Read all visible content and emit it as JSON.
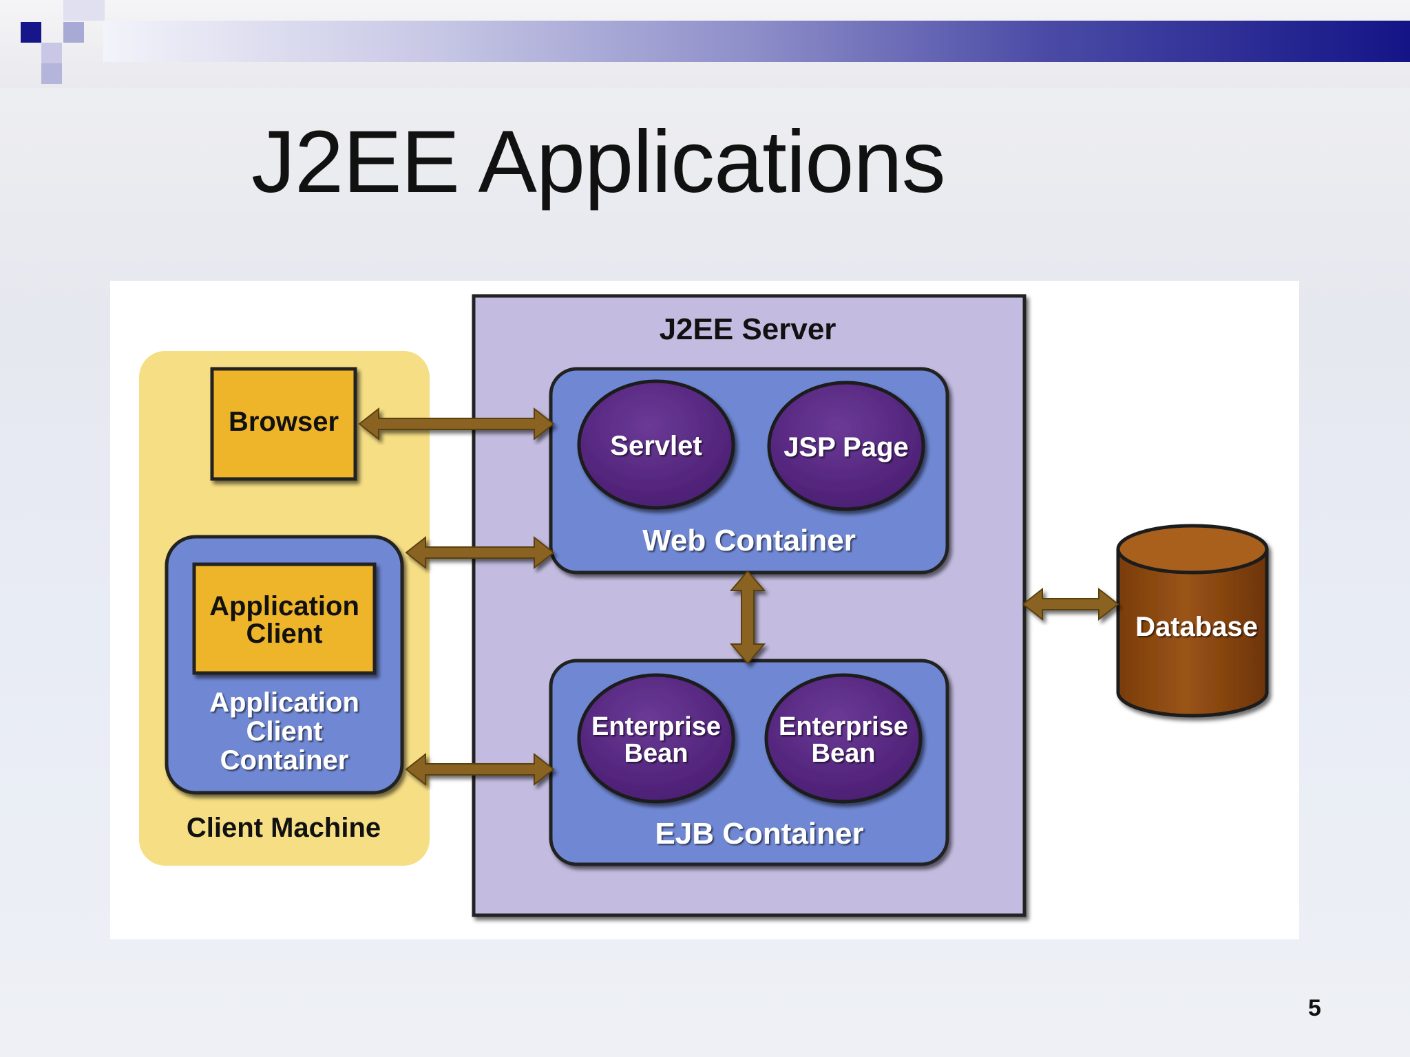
{
  "slide": {
    "title": "J2EE Applications",
    "page_number": "5"
  },
  "diagram": {
    "server_label": "J2EE Server",
    "client_machine_label": "Client Machine",
    "browser_label": "Browser",
    "app_client_label_1": "Application",
    "app_client_label_2": "Client",
    "app_client_container_label_1": "Application",
    "app_client_container_label_2": "Client",
    "app_client_container_label_3": "Container",
    "web_container_label": "Web Container",
    "servlet_label": "Servlet",
    "jsp_label": "JSP Page",
    "ejb_container_label": "EJB Container",
    "bean1_label_1": "Enterprise",
    "bean1_label_2": "Bean",
    "bean2_label_1": "Enterprise",
    "bean2_label_2": "Bean",
    "database_label": "Database"
  },
  "colors": {
    "client_machine_fill": "#f6de84",
    "client_box_fill": "#efb52b",
    "container_fill": "#6f88d4",
    "server_fill": "#c3bce0",
    "component_fill": "#5a2a84",
    "database_fill": "#8b4810",
    "arrow_fill": "#8a6420",
    "title_bar_end": "#141487"
  }
}
